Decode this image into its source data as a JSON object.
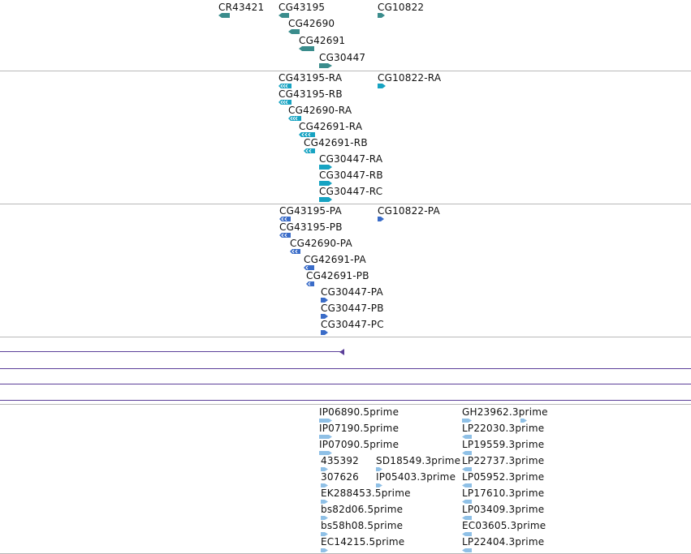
{
  "colors": {
    "gene": "#3a8c8c",
    "transcript": "#17a3c2",
    "protein": "#3a6cc8",
    "bar": "#5b3f99",
    "est": "#8fc0e6",
    "separator": "#b8b8b8"
  },
  "tracks": {
    "genes": [
      {
        "label": "CR43421",
        "strand": "-"
      },
      {
        "label": "CG43195",
        "strand": "-"
      },
      {
        "label": "CG10822",
        "strand": "+"
      },
      {
        "label": "CG42690",
        "strand": "-"
      },
      {
        "label": "CG42691",
        "strand": "-"
      },
      {
        "label": "CG30447",
        "strand": "+"
      }
    ],
    "transcripts": [
      {
        "label": "CG43195-RA",
        "strand": "-"
      },
      {
        "label": "CG10822-RA",
        "strand": "+"
      },
      {
        "label": "CG43195-RB",
        "strand": "-"
      },
      {
        "label": "CG42690-RA",
        "strand": "-"
      },
      {
        "label": "CG42691-RA",
        "strand": "-"
      },
      {
        "label": "CG42691-RB",
        "strand": "-"
      },
      {
        "label": "CG30447-RA",
        "strand": "+"
      },
      {
        "label": "CG30447-RB",
        "strand": "+"
      },
      {
        "label": "CG30447-RC",
        "strand": "+"
      }
    ],
    "proteins": [
      {
        "label": "CG43195-PA",
        "strand": "-"
      },
      {
        "label": "CG10822-PA",
        "strand": "+"
      },
      {
        "label": "CG43195-PB",
        "strand": "-"
      },
      {
        "label": "CG42690-PA",
        "strand": "-"
      },
      {
        "label": "CG42691-PA",
        "strand": "-"
      },
      {
        "label": "CG42691-PB",
        "strand": "-"
      },
      {
        "label": "CG30447-PA",
        "strand": "+"
      },
      {
        "label": "CG30447-PB",
        "strand": "+"
      },
      {
        "label": "CG30447-PC",
        "strand": "+"
      }
    ],
    "ests": [
      {
        "label": "IP06890.5prime"
      },
      {
        "label": "GH23962.3prime"
      },
      {
        "label": "IP07190.5prime"
      },
      {
        "label": "LP22030.3prime"
      },
      {
        "label": "IP07090.5prime"
      },
      {
        "label": "LP19559.3prime"
      },
      {
        "label": "435392"
      },
      {
        "label": "SD18549.3prime"
      },
      {
        "label": "LP22737.3prime"
      },
      {
        "label": "307626"
      },
      {
        "label": "IP05403.3prime"
      },
      {
        "label": "LP05952.3prime"
      },
      {
        "label": "EK288453.5prime"
      },
      {
        "label": "LP17610.3prime"
      },
      {
        "label": "bs82d06.5prime"
      },
      {
        "label": "LP03409.3prime"
      },
      {
        "label": "bs58h08.5prime"
      },
      {
        "label": "EC03605.3prime"
      },
      {
        "label": "EC14215.5prime"
      },
      {
        "label": "LP22404.3prime"
      }
    ]
  }
}
